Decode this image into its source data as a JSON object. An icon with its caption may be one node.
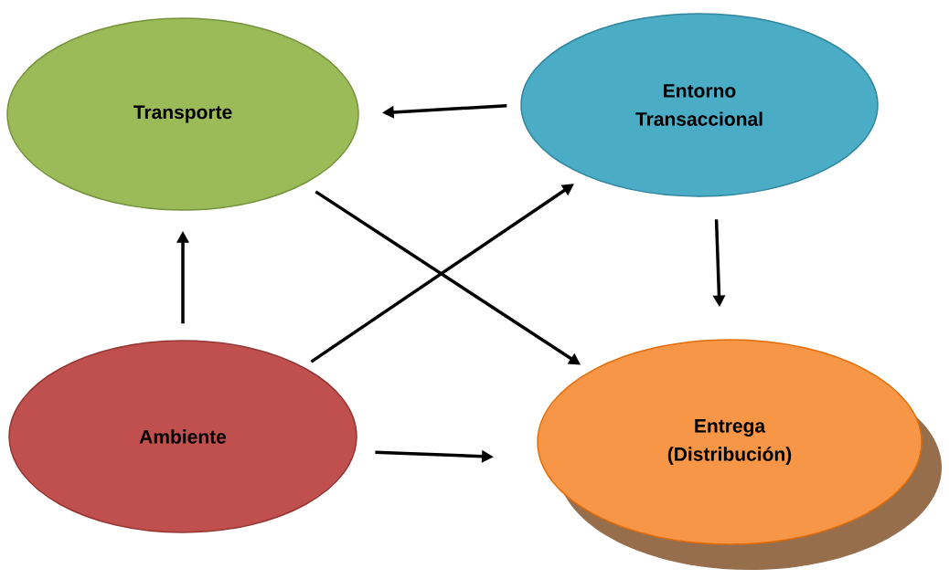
{
  "diagram": {
    "nodes": [
      {
        "text": [
          "Transporte"
        ]
      },
      {
        "text": [
          "Entorno Transaccional"
        ]
      },
      {
        "text": [
          "Ambiente"
        ]
      },
      {
        "text": [
          "Entrega (Distribución)"
        ]
      }
    ],
    "edges": [
      {
        "from": 1,
        "to": 0,
        "arrow": "to"
      },
      {
        "from": 1,
        "to": 3,
        "arrow": "to"
      },
      {
        "from": 2,
        "to": 0,
        "arrow": "to"
      },
      {
        "from": 2,
        "to": 1,
        "arrow": "to"
      },
      {
        "from": 0,
        "to": 3,
        "arrow": "to"
      },
      {
        "from": 2,
        "to": 3,
        "arrow": "to"
      }
    ]
  }
}
